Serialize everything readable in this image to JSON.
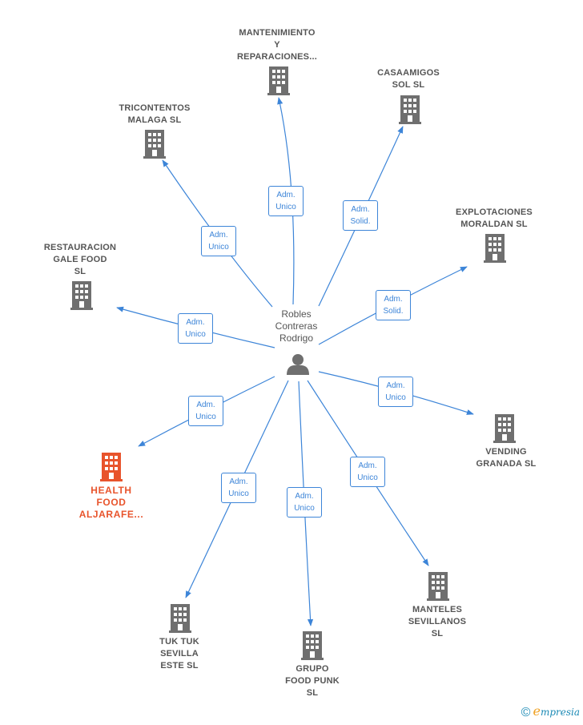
{
  "center": {
    "name": "Robles\nContreras\nRodrigo",
    "icon": "person-icon"
  },
  "colors": {
    "edge": "#3d85d8",
    "building": "#6f6f6f",
    "active_building": "#e8542c",
    "text": "#555555"
  },
  "nodes": [
    {
      "id": "mantenimiento",
      "name": "MANTENIMIENTO\nY\nREPARACIONES...",
      "role": "Adm.\nUnico",
      "icon": "building-icon"
    },
    {
      "id": "casaamigos",
      "name": "CASAAMIGOS\nSOL  SL",
      "role": "Adm.\nSolid.",
      "icon": "building-icon"
    },
    {
      "id": "tricontentos",
      "name": "TRICONTENTOS\nMALAGA SL",
      "role": "Adm.\nUnico",
      "icon": "building-icon"
    },
    {
      "id": "explotaciones",
      "name": "EXPLOTACIONES\nMORALDAN  SL",
      "role": "Adm.\nSolid.",
      "icon": "building-icon"
    },
    {
      "id": "restauracion",
      "name": "RESTAURACION\nGALE FOOD\nSL",
      "role": "Adm.\nUnico",
      "icon": "building-icon"
    },
    {
      "id": "vending",
      "name": "VENDING\nGRANADA SL",
      "role": "Adm.\nUnico",
      "icon": "building-icon"
    },
    {
      "id": "health",
      "name": "HEALTH\nFOOD\nALJARAFE...",
      "role": "Adm.\nUnico",
      "icon": "building-icon",
      "highlighted": true
    },
    {
      "id": "manteles",
      "name": "MANTELES\nSEVILLANOS\nSL",
      "role": "Adm.\nUnico",
      "icon": "building-icon"
    },
    {
      "id": "tuktuk",
      "name": "TUK TUK\nSEVILLA\nESTE  SL",
      "role": "Adm.\nUnico",
      "icon": "building-icon"
    },
    {
      "id": "grupo",
      "name": "GRUPO\nFOOD PUNK\nSL",
      "role": "Adm.\nUnico",
      "icon": "building-icon"
    }
  ],
  "brand": {
    "copyright": "©",
    "initial": "e",
    "rest": "mpresia"
  }
}
